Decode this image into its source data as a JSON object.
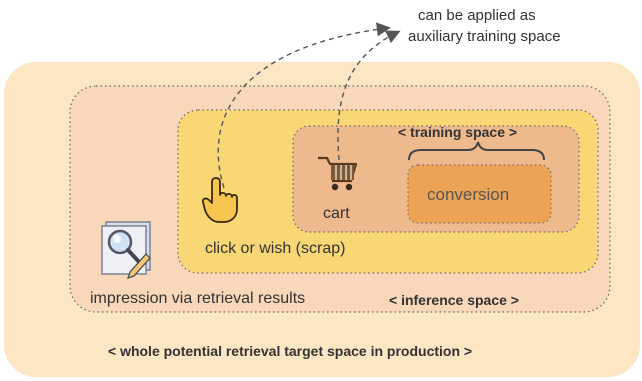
{
  "annotation": {
    "line1": "can be applied as",
    "line2": "auxiliary training space"
  },
  "labels": {
    "training_space": "< training space >",
    "conversion": "conversion",
    "cart": "cart",
    "click_or_wish": "click or wish (scrap)",
    "impression": "impression via retrieval results",
    "inference_space": "< inference space >",
    "whole_space": "< whole potential retrieval target space in production >"
  },
  "icons": {
    "cart": "shopping-cart-icon",
    "click": "pointing-hand-icon",
    "impression": "magnifier-document-icon"
  },
  "colors": {
    "outer_bg": "#FCE6C3",
    "inference_bg": "#F8D7BA",
    "click_bg": "#F9D775",
    "cart_bg": "#EFB98E",
    "conversion_bg": "#EDA355",
    "conversion_inner": "#F2B064"
  }
}
